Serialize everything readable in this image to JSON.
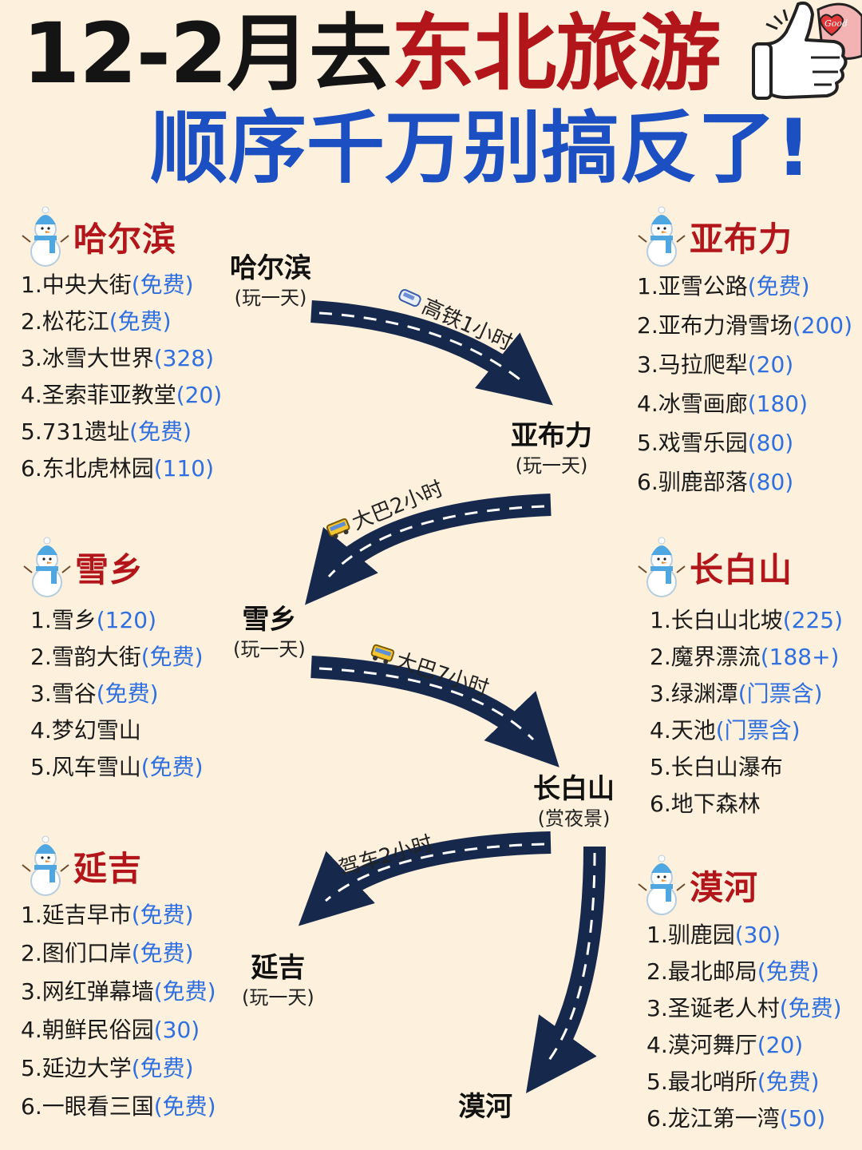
{
  "header": {
    "title_part1": "12-2月去",
    "title_part2": "东北旅游",
    "title_line2": "顺序千万别搞反了!",
    "thumb_text": "Good"
  },
  "colors": {
    "background": "#fdf1dd",
    "title_black": "#141414",
    "title_red": "#b3161a",
    "title_blue": "#1b4fc2",
    "price_blue": "#2f6fe0",
    "road": "#16294d"
  },
  "sections": {
    "harbin": {
      "title": "哈尔滨",
      "items": [
        {
          "name": "1.中央大街",
          "price": "(免费)"
        },
        {
          "name": "2.松花江",
          "price": "(免费)"
        },
        {
          "name": "3.冰雪大世界",
          "price": "(328)"
        },
        {
          "name": "4.圣索菲亚教堂",
          "price": "(20)"
        },
        {
          "name": "5.731遗址",
          "price": "(免费)"
        },
        {
          "name": "6.东北虎林园",
          "price": "(110)"
        }
      ]
    },
    "yabuli": {
      "title": "亚布力",
      "items": [
        {
          "name": "1.亚雪公路",
          "price": "(免费)"
        },
        {
          "name": "2.亚布力滑雪场",
          "price": "(200)"
        },
        {
          "name": "3.马拉爬犁",
          "price": "(20)"
        },
        {
          "name": "4.冰雪画廊",
          "price": "(180)"
        },
        {
          "name": "5.戏雪乐园",
          "price": "(80)"
        },
        {
          "name": "6.驯鹿部落",
          "price": "(80)"
        }
      ]
    },
    "xuexiang": {
      "title": "雪乡",
      "items": [
        {
          "name": "1.雪乡",
          "price": "(120)"
        },
        {
          "name": "2.雪韵大街",
          "price": "(免费)"
        },
        {
          "name": "3.雪谷",
          "price": "(免费)"
        },
        {
          "name": "4.梦幻雪山",
          "price": ""
        },
        {
          "name": "5.风车雪山",
          "price": "(免费)"
        }
      ]
    },
    "changbaishan": {
      "title": "长白山",
      "items": [
        {
          "name": "1.长白山北坡",
          "price": "(225)"
        },
        {
          "name": "2.魔界漂流",
          "price": "(188+)"
        },
        {
          "name": "3.绿渊潭",
          "price": "(门票含)"
        },
        {
          "name": "4.天池",
          "price": "(门票含)"
        },
        {
          "name": "5.长白山瀑布",
          "price": ""
        },
        {
          "name": "6.地下森林",
          "price": ""
        }
      ]
    },
    "yanji": {
      "title": "延吉",
      "items": [
        {
          "name": "1.延吉早市",
          "price": "(免费)"
        },
        {
          "name": "2.图们口岸",
          "price": "(免费)"
        },
        {
          "name": "3.网红弹幕墙",
          "price": "(免费)"
        },
        {
          "name": "4.朝鲜民俗园",
          "price": "(30)"
        },
        {
          "name": "5.延边大学",
          "price": "(免费)"
        },
        {
          "name": "6.一眼看三国",
          "price": "(免费)"
        }
      ]
    },
    "mohe": {
      "title": "漠河",
      "items": [
        {
          "name": "1.驯鹿园",
          "price": "(30)"
        },
        {
          "name": "2.最北邮局",
          "price": "(免费)"
        },
        {
          "name": "3.圣诞老人村",
          "price": "(免费)"
        },
        {
          "name": "4.漠河舞厅",
          "price": "(20)"
        },
        {
          "name": "5.最北哨所",
          "price": "(免费)"
        },
        {
          "name": "6.龙江第一湾",
          "price": "(50)"
        }
      ]
    }
  },
  "route": {
    "cities": {
      "harbin": {
        "name": "哈尔滨",
        "sub": "(玩一天)"
      },
      "yabuli": {
        "name": "亚布力",
        "sub": "(玩一天)"
      },
      "xuexiang": {
        "name": "雪乡",
        "sub": "(玩一天)"
      },
      "changbaishan": {
        "name": "长白山",
        "sub": "(赏夜景)"
      },
      "yanji": {
        "name": "延吉",
        "sub": "(玩一天)"
      },
      "mohe": {
        "name": "漠河"
      }
    },
    "transports": {
      "leg1": {
        "label": "高铁1小时",
        "icon": "train-icon"
      },
      "leg2": {
        "label": "大巴2小时",
        "icon": "bus-icon"
      },
      "leg3": {
        "label": "大巴7小时",
        "icon": "bus-icon"
      },
      "leg4": {
        "label": "驾车2小时"
      }
    }
  }
}
